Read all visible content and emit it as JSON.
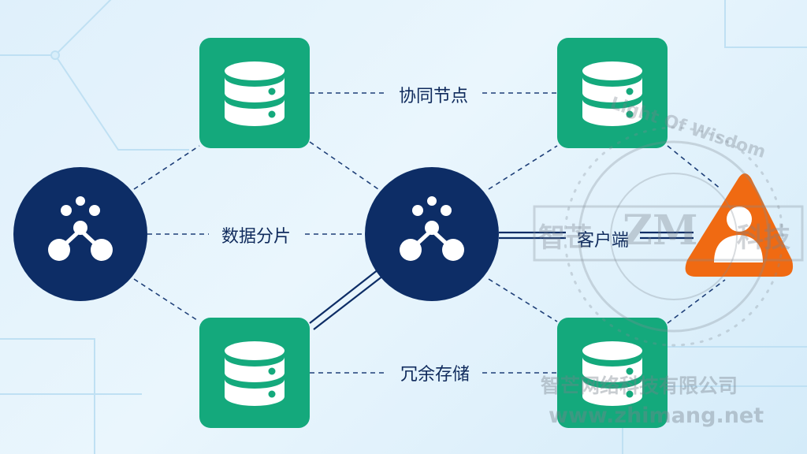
{
  "diagram": {
    "labels": {
      "coordination_nodes": "协同节点",
      "data_sharding": "数据分片",
      "client": "客户端",
      "redundant_storage": "冗余存储"
    },
    "nodes": [
      {
        "id": "left-hub",
        "type": "hub",
        "icon": "network-nodes-icon"
      },
      {
        "id": "center-hub",
        "type": "hub",
        "icon": "network-nodes-icon"
      },
      {
        "id": "db-top-left",
        "type": "database",
        "icon": "database-icon"
      },
      {
        "id": "db-top-right",
        "type": "database",
        "icon": "database-icon"
      },
      {
        "id": "db-bottom-left",
        "type": "database",
        "icon": "database-icon"
      },
      {
        "id": "db-bottom-right",
        "type": "database",
        "icon": "database-icon"
      },
      {
        "id": "client",
        "type": "client",
        "icon": "user-warning-icon"
      }
    ],
    "colors": {
      "hub": "#0d2d66",
      "database": "#14a97c",
      "client": "#f06a12",
      "line": "#1e3f78"
    }
  },
  "watermark": {
    "ring_text": "Light Of Wisdom",
    "logo": "ZM",
    "brand_left": "智芒",
    "brand_right": "科技",
    "company": "智芒网络科技有限公司",
    "url": "www.zhimang.net"
  }
}
